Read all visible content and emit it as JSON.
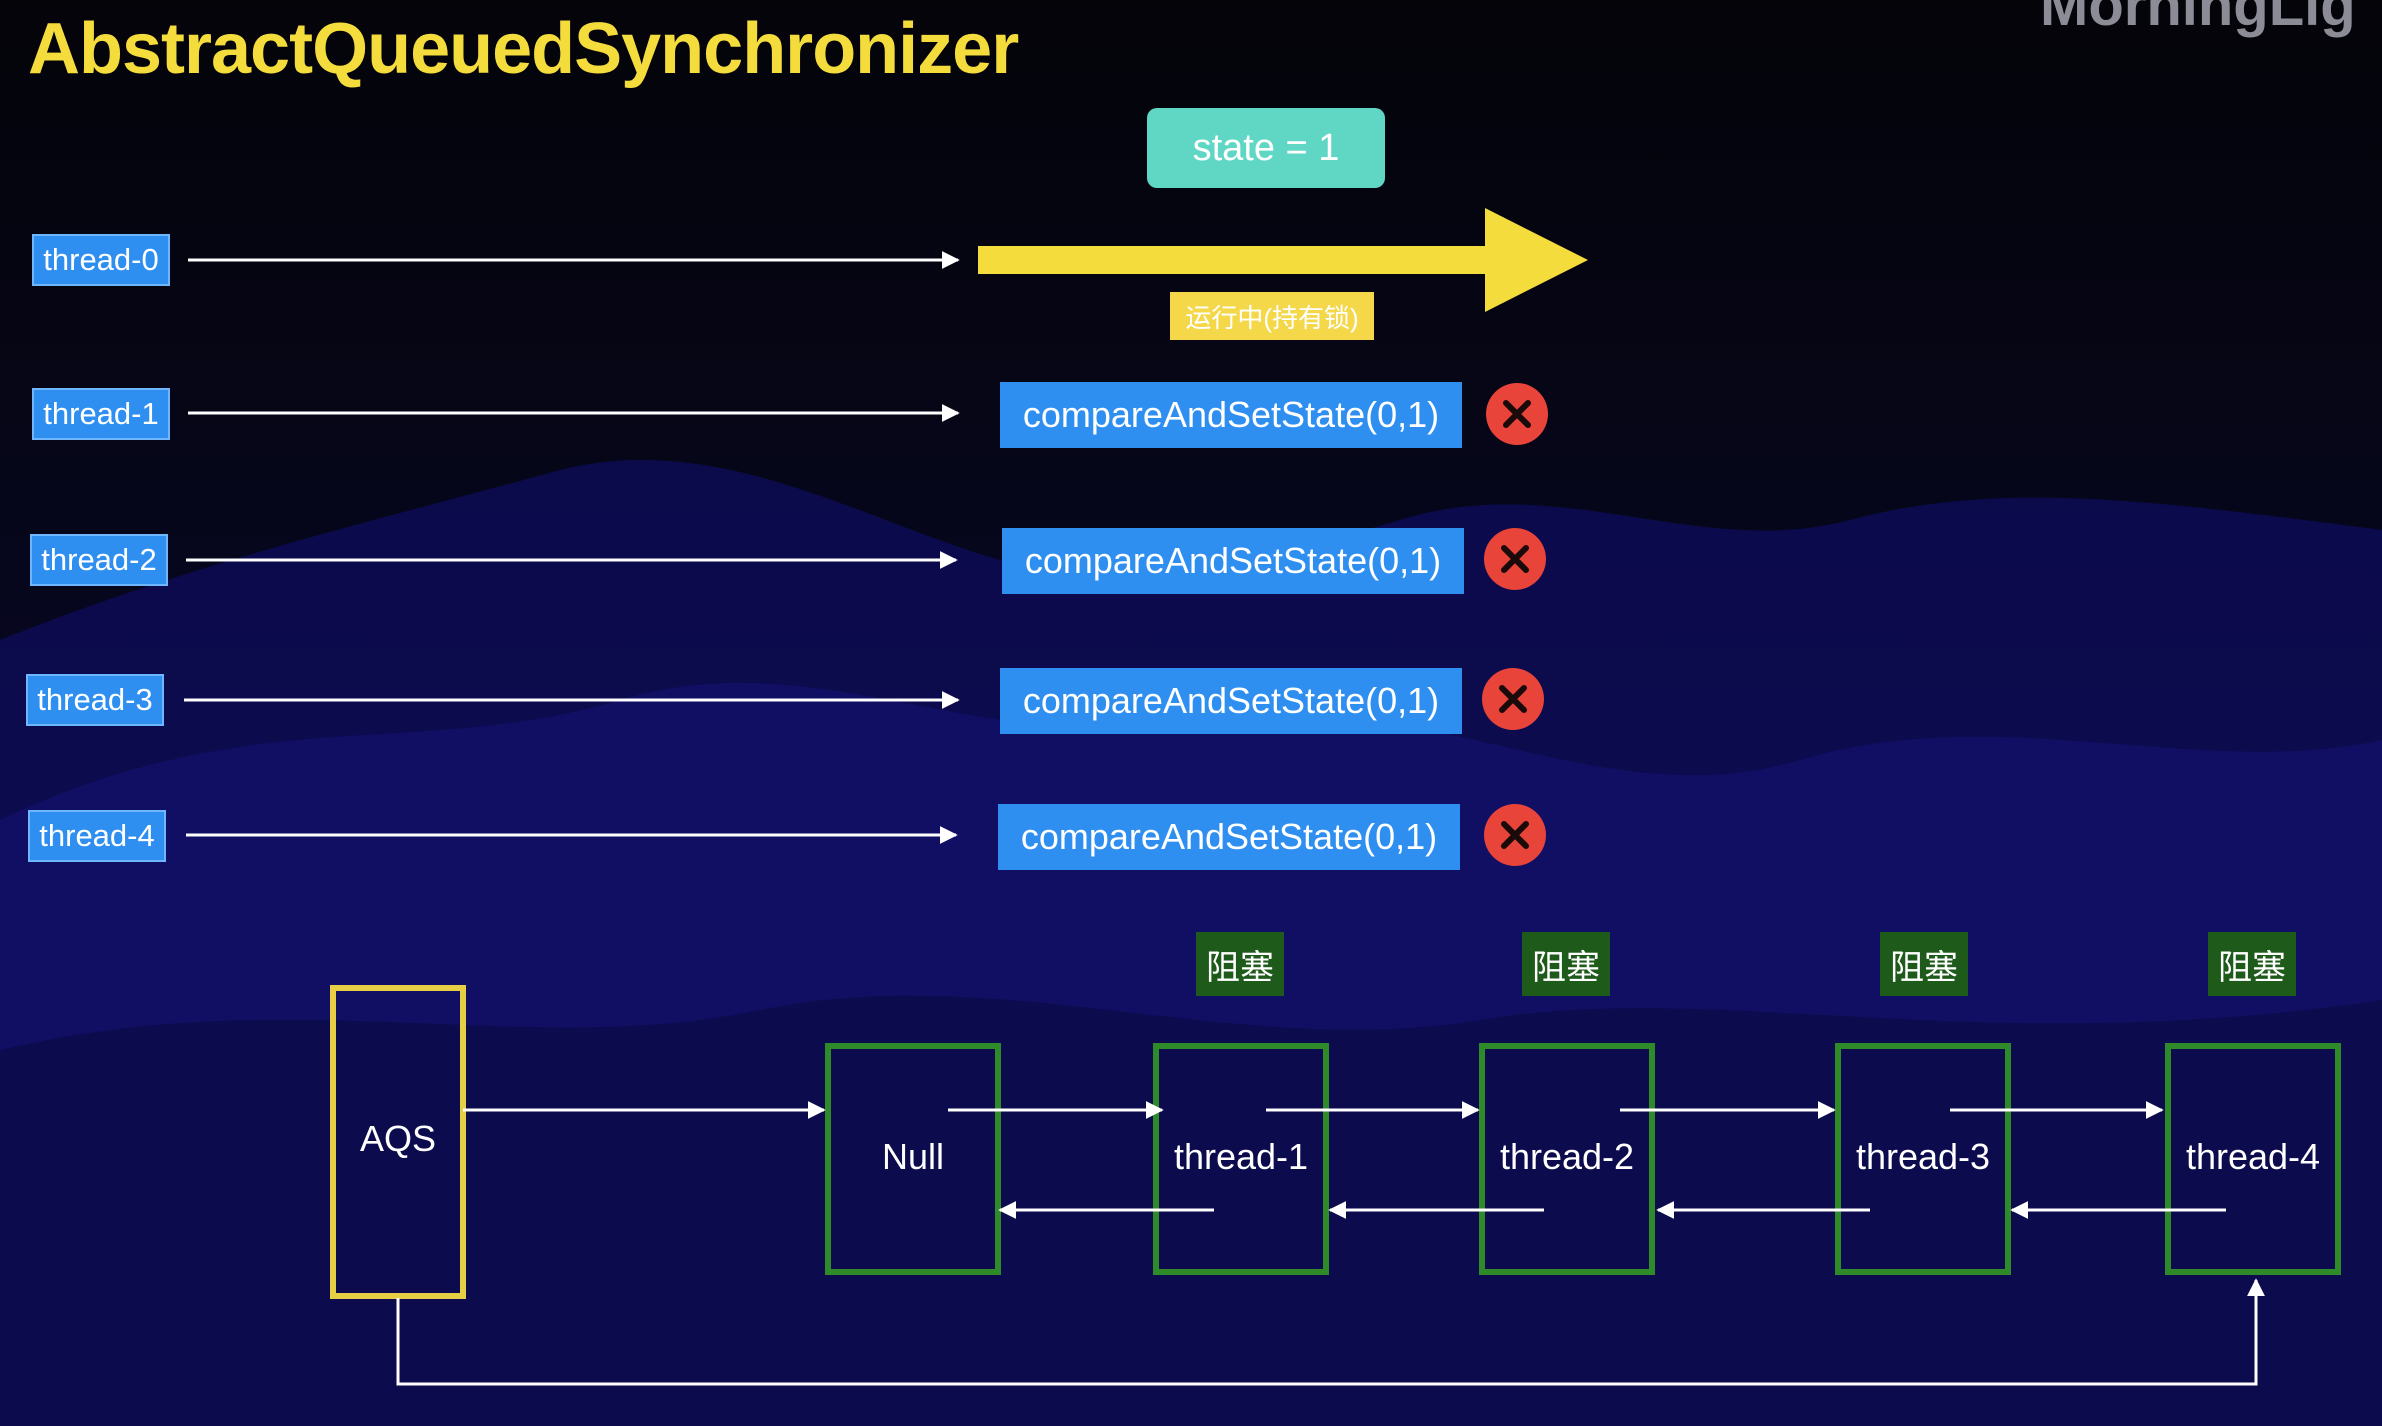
{
  "title": "AbstractQueuedSynchronizer",
  "watermark": "MorningLig",
  "state_label": "state = 1",
  "running_label": "运行中(持有锁)",
  "threads": [
    "thread-0",
    "thread-1",
    "thread-2",
    "thread-3",
    "thread-4"
  ],
  "cas_label": "compareAndSetState(0,1)",
  "cas_failed_icon": "x-circle-icon",
  "block_label": "阻塞",
  "aqs_label": "AQS",
  "queue_nodes": [
    "Null",
    "thread-1",
    "thread-2",
    "thread-3",
    "thread-4"
  ],
  "colors": {
    "title": "#f4dc3c",
    "thread_box": "#2f8ff0",
    "state": "#5fd7c4",
    "arrow_big": "#f4dc3c",
    "fail": "#e8443a",
    "queue_border": "#2f8a2a",
    "aqs_border": "#e6cf45"
  }
}
